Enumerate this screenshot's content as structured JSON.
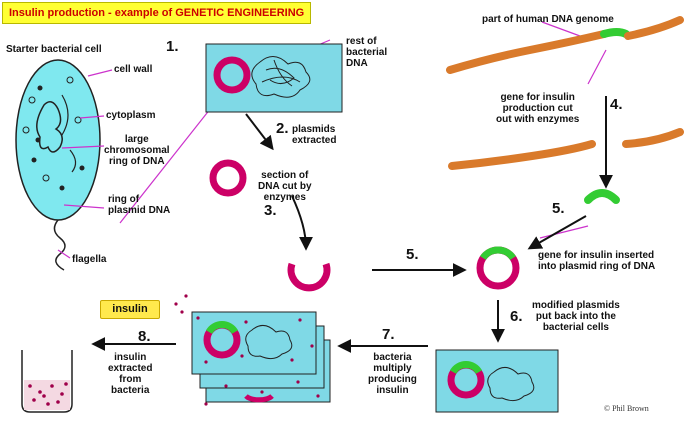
{
  "title": "Insulin production - example of GENETIC ENGINEERING",
  "steps": [
    "1.",
    "2.",
    "3.",
    "4.",
    "5.",
    "5.",
    "6.",
    "7.",
    "8."
  ],
  "labels": {
    "starter_cell": "Starter bacterial cell",
    "cell_wall": "cell wall",
    "cytoplasm": "cytoplasm",
    "chromosome": "large\nchromosomal\nring of DNA",
    "plasmid": "ring of\nplasmid DNA",
    "flagella": "flagella",
    "rest_dna": "rest of\nbacterial\nDNA",
    "plasmids_extracted": "plasmids\nextracted",
    "section_cut": "section of\nDNA cut by\nenzymes",
    "human_genome": "part of human DNA genome",
    "gene_cut": "gene for insulin\nproduction cut\nout with enzymes",
    "gene_inserted": "gene for insulin inserted\ninto plasmid ring of DNA",
    "modified_plasmids": "modified plasmids\nput back into the\nbacterial cells",
    "bacteria_multiply": "bacteria\nmultiply\nproducing\ninsulin",
    "insulin_extracted": "insulin\nextracted\nfrom\nbacteria",
    "insulin_tag": "insulin"
  },
  "copyright": "© Phil Brown",
  "colors": {
    "title_bg": "#ffff33",
    "title_text": "#cc0000",
    "cell_fill": "#7fe8ef",
    "panel_fill": "#7fd9e6",
    "plasmid": "#cc0066",
    "gene": "#33cc33",
    "human_dna": "#d97a2b",
    "label_line": "#cc33cc",
    "arrow": "#111111"
  }
}
